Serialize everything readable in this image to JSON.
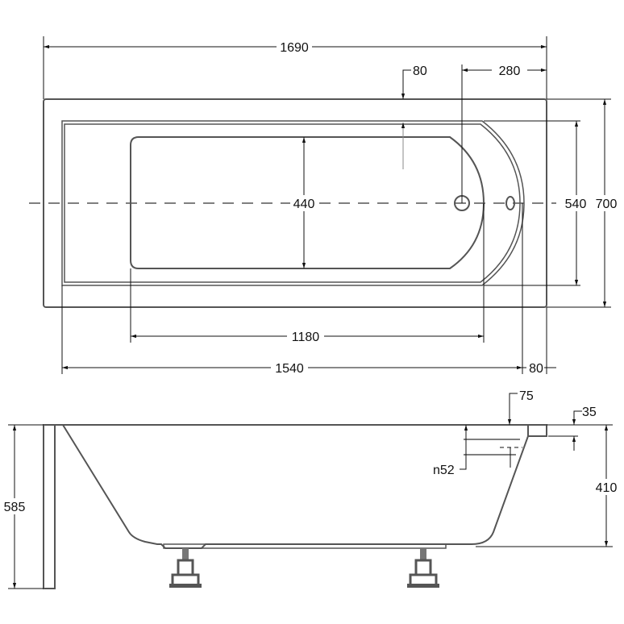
{
  "drawing": {
    "top_view": {
      "overall_length": "1690",
      "rim_offset": "80",
      "drain_offset": "280",
      "basin_width": "440",
      "inner_width": "540",
      "overall_width": "700",
      "basin_length": "1180",
      "inner_length": "1540",
      "end_rim": "80"
    },
    "side_view": {
      "rim_overhang": "75",
      "rim_thickness": "35",
      "overflow_label": "n52",
      "total_height": "585",
      "tub_depth": "410"
    },
    "colors": {
      "line": "#555555",
      "dimension": "#111111"
    }
  }
}
